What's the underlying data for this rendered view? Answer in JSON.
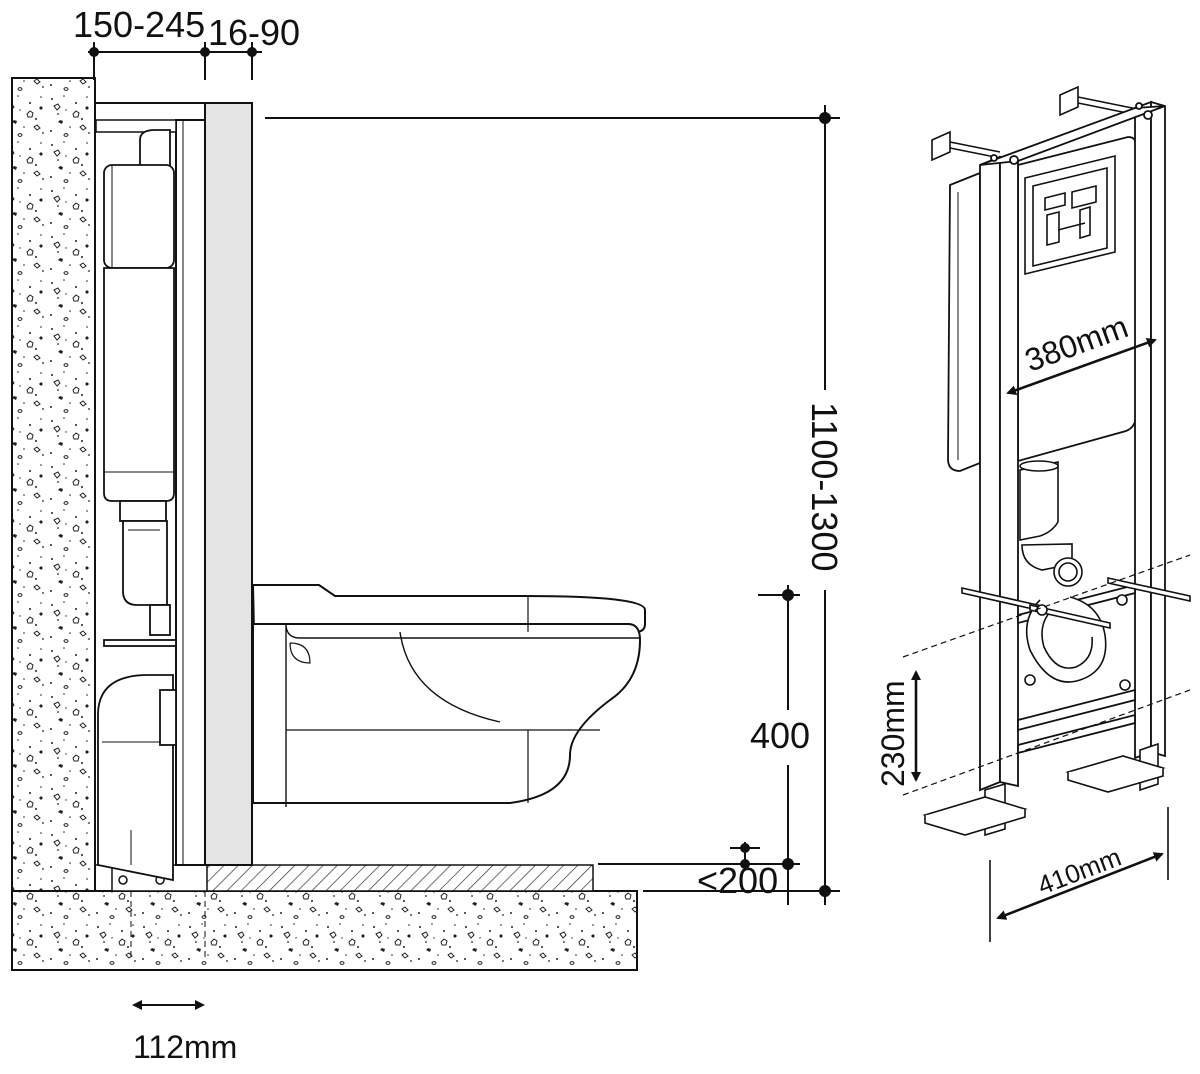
{
  "diagram": {
    "section_view": {
      "dims": {
        "wall_to_frame": "150-245",
        "cladding": "16-90",
        "overall_height": "1100-1300",
        "seat_height": "400",
        "floor_build_up": "<200",
        "foot_offset": "112mm"
      }
    },
    "frame_view": {
      "dims": {
        "cistern_width": "380mm",
        "bracket_spacing": "230mm",
        "frame_width": "410mm"
      }
    }
  }
}
